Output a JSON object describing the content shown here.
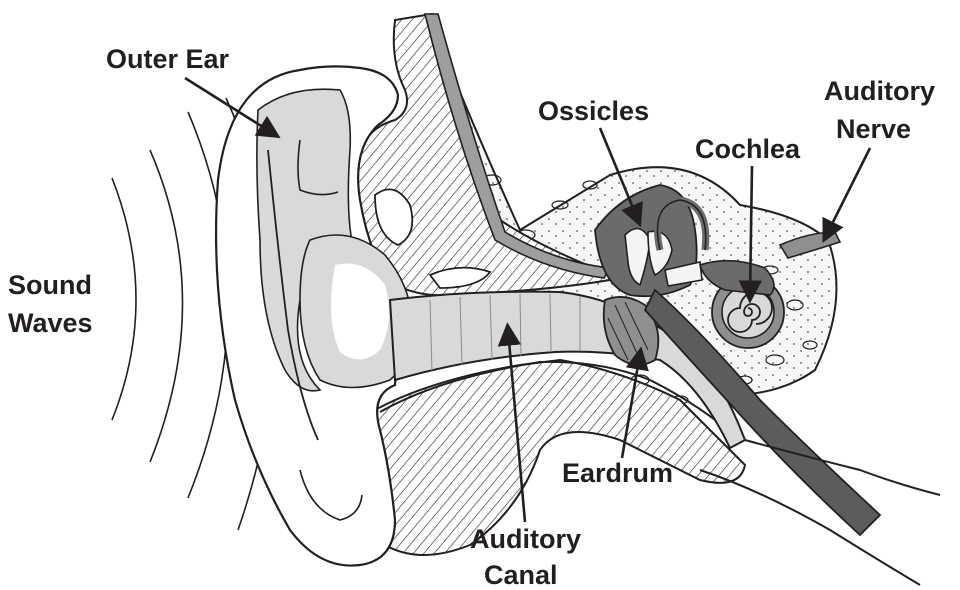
{
  "labels": {
    "outer_ear": "Outer Ear",
    "sound_waves_line1": "Sound",
    "sound_waves_line2": "Waves",
    "ossicles": "Ossicles",
    "cochlea": "Cochlea",
    "auditory_nerve_line1": "Auditory",
    "auditory_nerve_line2": "Nerve",
    "eardrum": "Eardrum",
    "auditory_canal_line1": "Auditory",
    "auditory_canal_line2": "Canal"
  },
  "colors": {
    "ink": "#231f20",
    "light_gray": "#d9d9d9",
    "mid_gray": "#bdbdbd",
    "dark_gray": "#6b6b6b",
    "bone": "#f4f4f4"
  }
}
